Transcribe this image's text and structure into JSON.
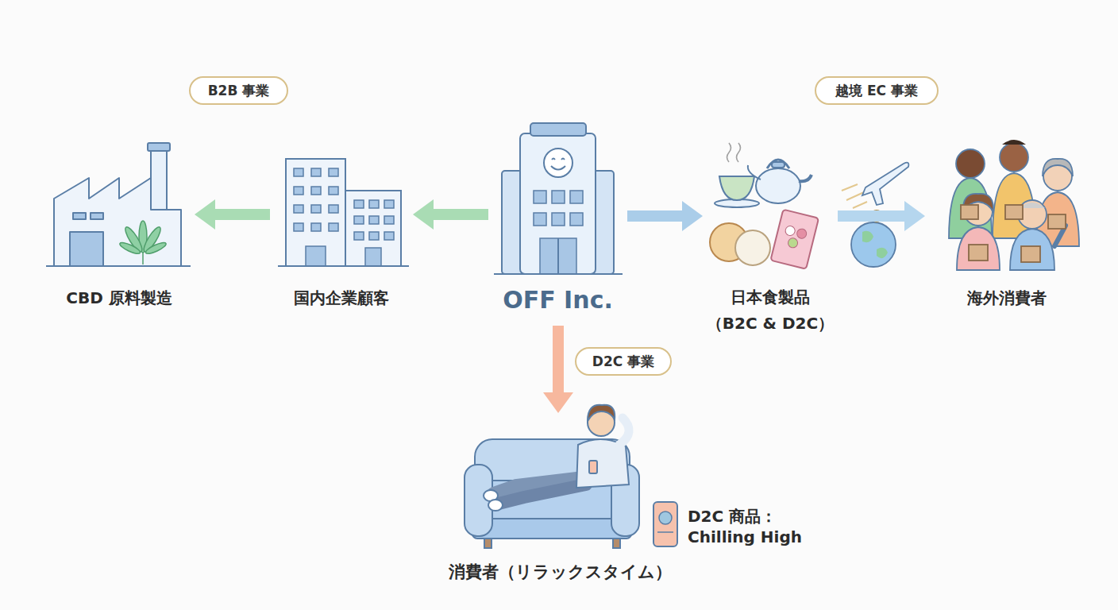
{
  "diagram": {
    "nodes": [
      {
        "text": [
          "B2B 事業"
        ]
      },
      {
        "text": [
          "越境 EC 事業"
        ]
      },
      {
        "text": [
          "CBD 原料製造"
        ]
      },
      {
        "text": [
          "国内企業顧客"
        ]
      },
      {
        "text": [
          "OFF Inc."
        ]
      },
      {
        "text": [
          "日本食製品 （B2C & D2C）"
        ]
      },
      {
        "text": [
          "海外消費者"
        ]
      },
      {
        "text": [
          "D2C 事業"
        ]
      },
      {
        "text": [
          "消費者（リラックスタイム）"
        ]
      }
    ],
    "edges": [
      {
        "from": 4,
        "to": 3,
        "arrow": "to"
      },
      {
        "from": 3,
        "to": 2,
        "arrow": "to"
      },
      {
        "from": 4,
        "to": 5,
        "arrow": "to"
      },
      {
        "from": 5,
        "to": 6,
        "arrow": "to"
      },
      {
        "from": 4,
        "to": 8,
        "arrow": "to"
      }
    ],
    "labels": [
      "D2C 商品： Chilling High"
    ]
  }
}
